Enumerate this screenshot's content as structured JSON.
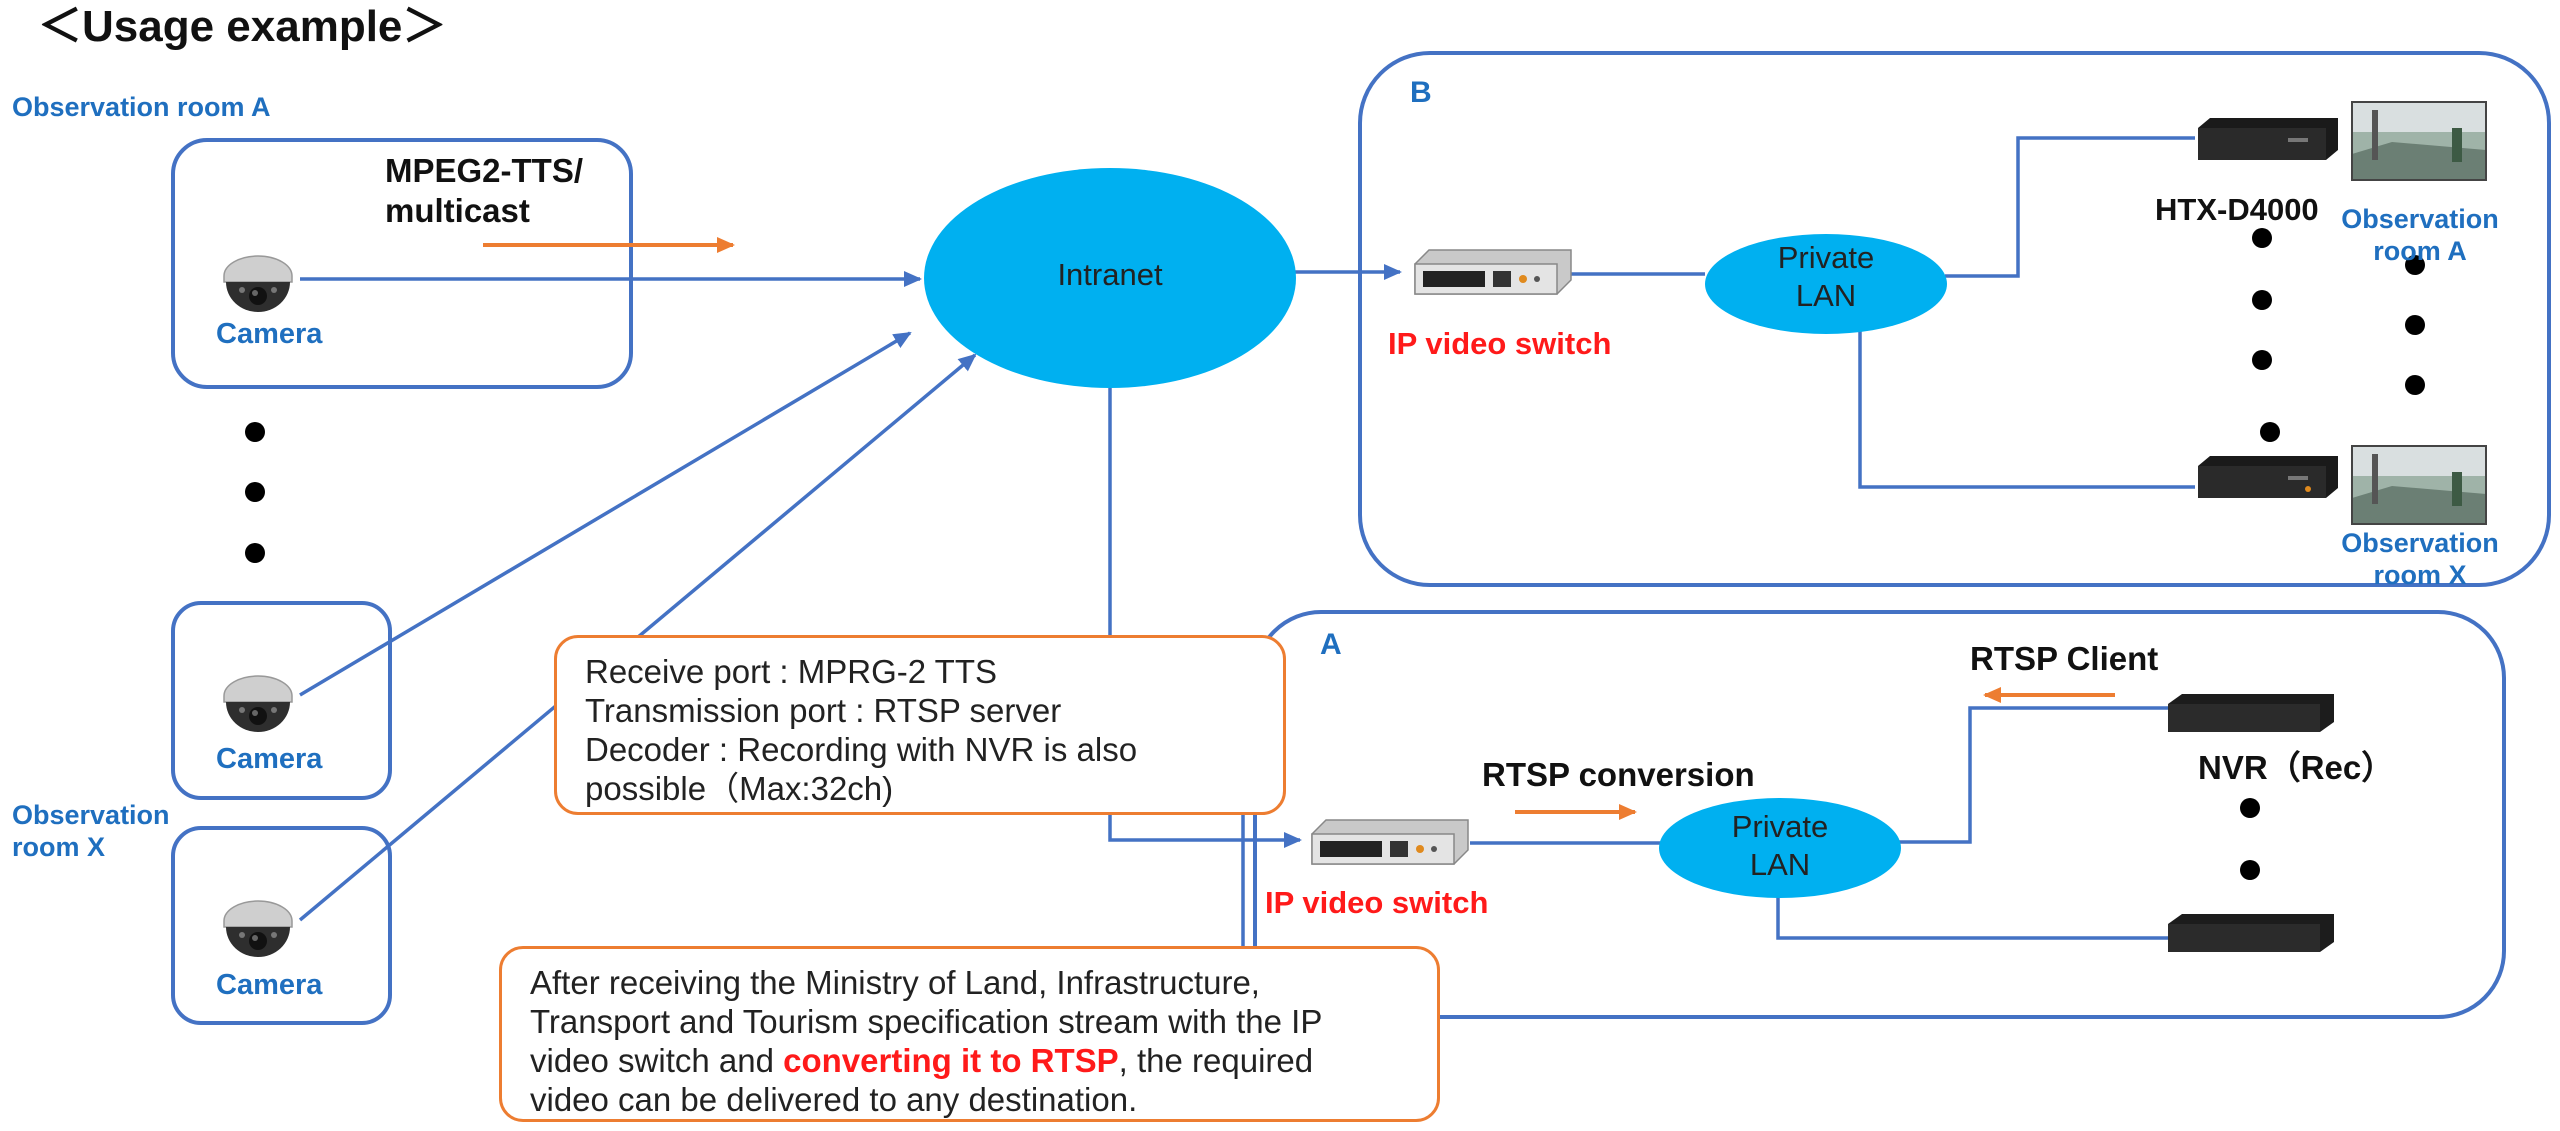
{
  "title": "＜Usage example＞",
  "labels": {
    "obs_room_a": "Observation room A",
    "obs_room_x_line1": "Observation",
    "obs_room_x_line2": "room X",
    "camera": "Camera",
    "mpeg_line1": "MPEG2-TTS/",
    "mpeg_line2": "multicast",
    "intranet": "Intranet",
    "private_lan_line1": "Private",
    "private_lan_line2": "LAN",
    "ip_video_switch": "IP video switch",
    "htx": "HTX-D4000",
    "monitor_a_line1": "Observation",
    "monitor_a_line2": "room A",
    "monitor_x_line1": "Observation",
    "monitor_x_line2": "room X",
    "box_b": "B",
    "box_a": "A",
    "rtsp_client": "RTSP Client",
    "rtsp_conversion": "RTSP conversion",
    "nvr": "NVR（Rec）"
  },
  "note_ports": [
    "Receive port : MPRG-2 TTS",
    "Transmission port : RTSP server",
    "Decoder : Recording with NVR is also",
    "possible（Max:32ch)"
  ],
  "note_summary": {
    "line1": "After receiving the Ministry of Land, Infrastructure,",
    "line2": "Transport and Tourism specification stream with the IP",
    "line3_pre": "video switch and ",
    "line3_em": "converting it to RTSP",
    "line3_post": ", the required",
    "line4": "video can be delivered to any destination."
  },
  "colors": {
    "frame_blue": "#4472c4",
    "cloud_blue": "#00b0f0",
    "arrow_orange": "#ed7d31",
    "label_blue": "#1f6fbf",
    "label_red": "#ff1a1a"
  }
}
